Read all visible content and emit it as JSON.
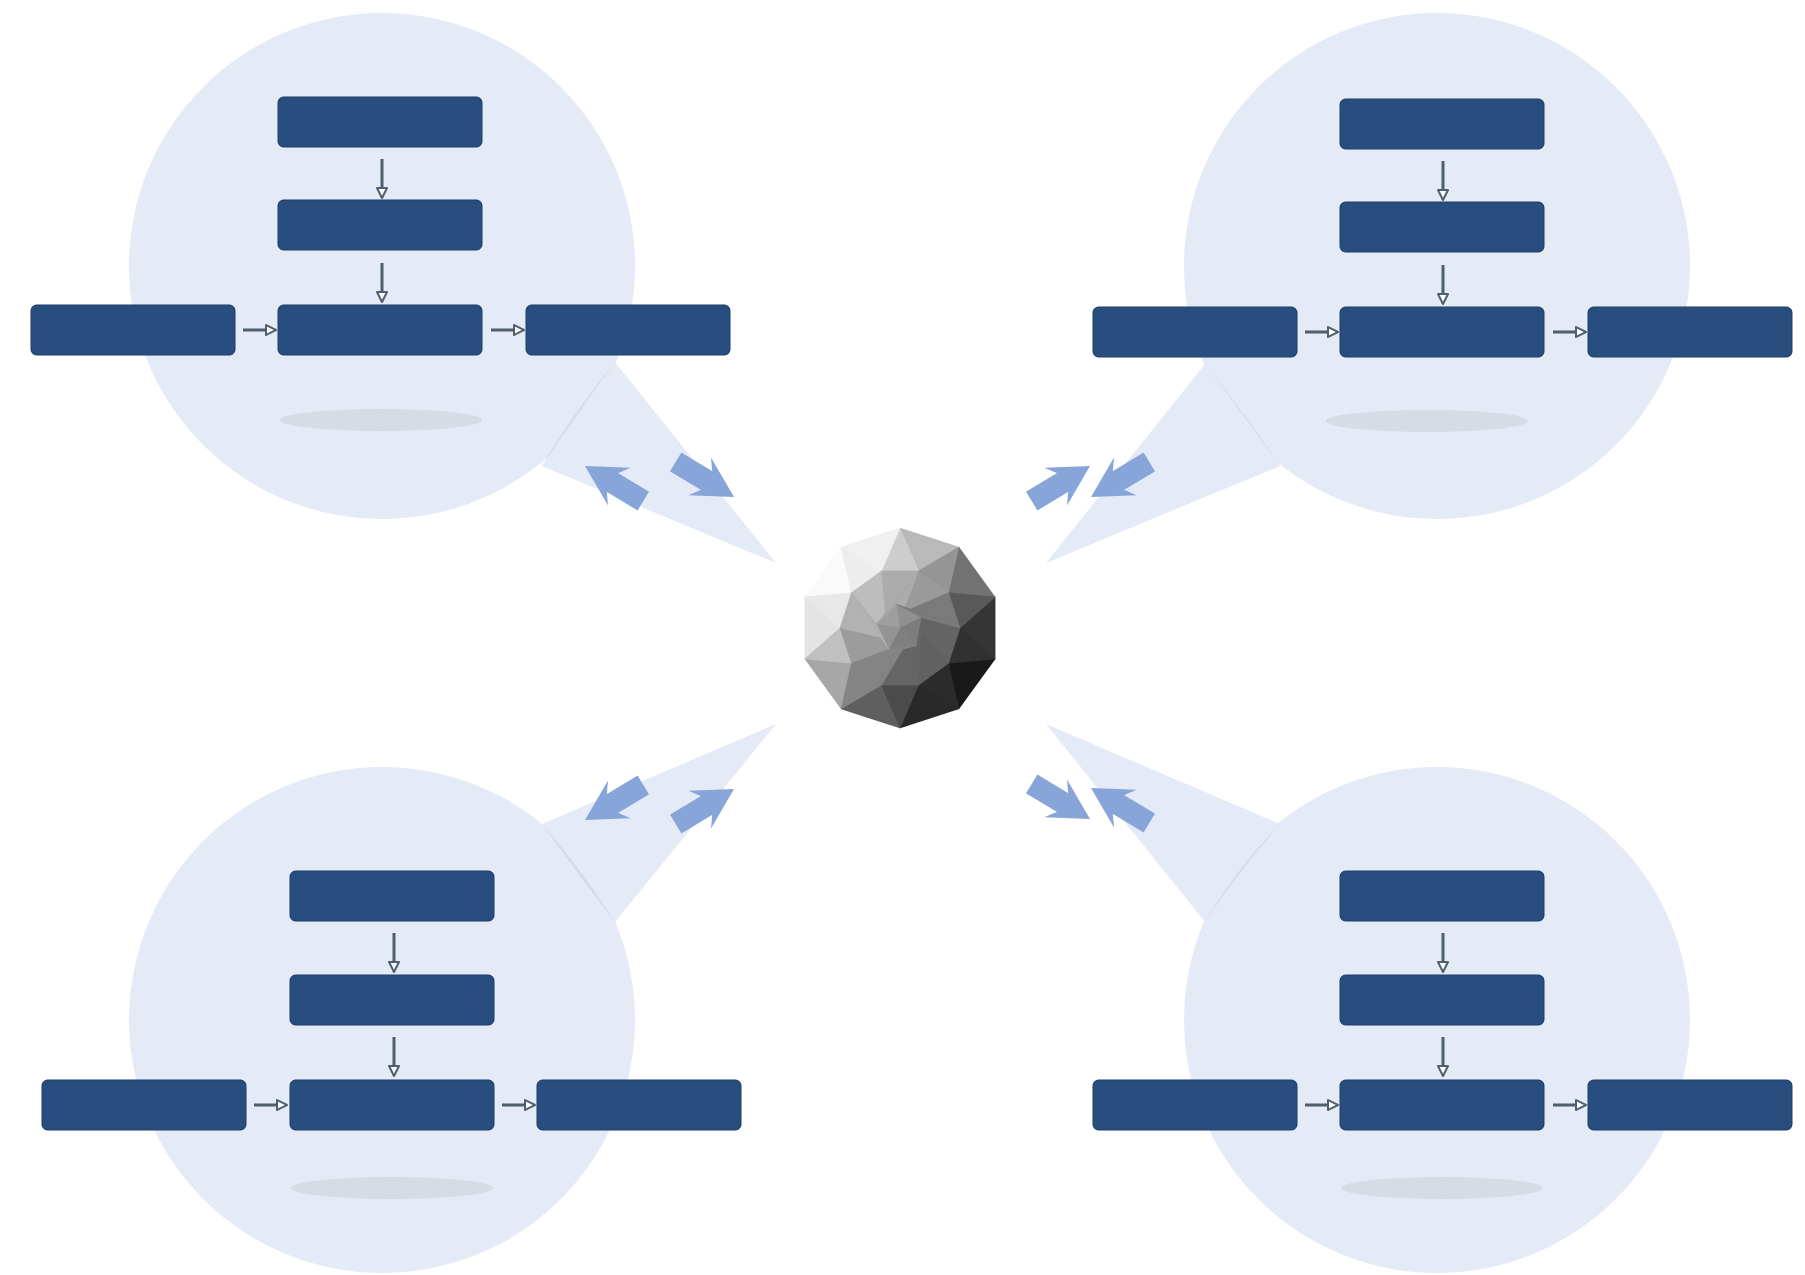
{
  "colors": {
    "background": "#ffffff",
    "circle_fill": "#e4eaf6",
    "connector_fill": "#e4eaf6",
    "box_fill": "#284e7f",
    "box_stroke": "#1e3d66",
    "arrow_stroke": "#4f5f6b",
    "double_arrow_fill": "#87a5d8",
    "shadow_fill": "#d6dce6"
  },
  "hub": {
    "icon": "faceted-sphere-icon"
  },
  "clusters": [
    {
      "id": "top-left",
      "boxes": {
        "top": "",
        "middle": "",
        "left": "",
        "center": "",
        "right": ""
      }
    },
    {
      "id": "top-right",
      "boxes": {
        "top": "",
        "middle": "",
        "left": "",
        "center": "",
        "right": ""
      }
    },
    {
      "id": "bottom-left",
      "boxes": {
        "top": "",
        "middle": "",
        "left": "",
        "center": "",
        "right": ""
      }
    },
    {
      "id": "bottom-right",
      "boxes": {
        "top": "",
        "middle": "",
        "left": "",
        "center": "",
        "right": ""
      }
    }
  ],
  "connectors": [
    {
      "between": [
        "hub",
        "top-left"
      ],
      "icon": "double-arrow-icon"
    },
    {
      "between": [
        "hub",
        "top-right"
      ],
      "icon": "double-arrow-icon"
    },
    {
      "between": [
        "hub",
        "bottom-left"
      ],
      "icon": "double-arrow-icon"
    },
    {
      "between": [
        "hub",
        "bottom-right"
      ],
      "icon": "double-arrow-icon"
    }
  ]
}
